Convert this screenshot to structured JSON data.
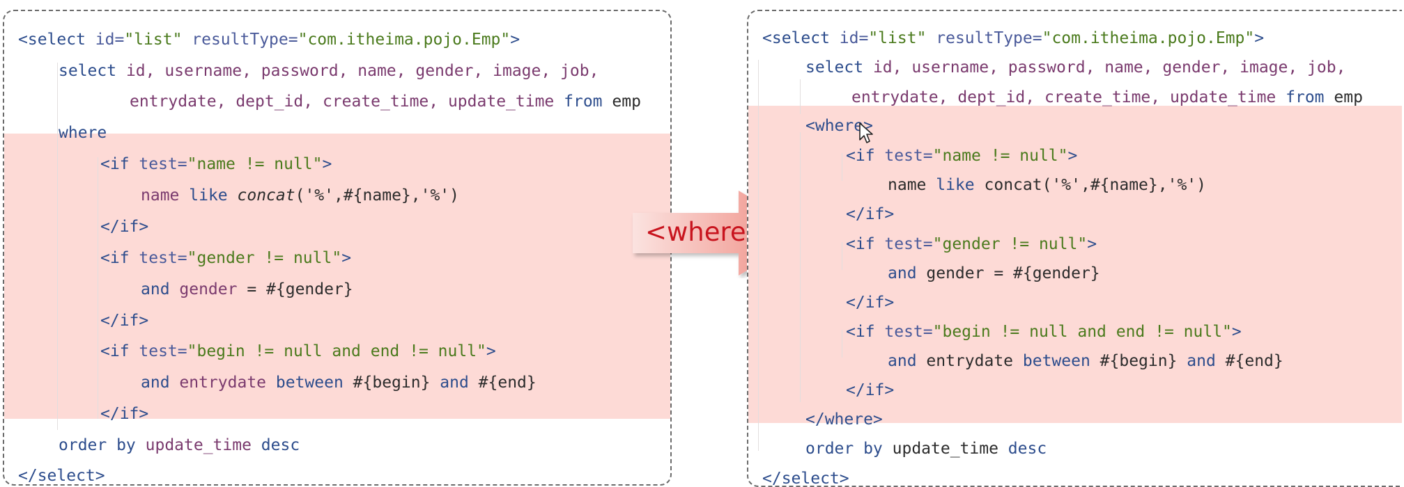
{
  "arrow": {
    "label": "<where>"
  },
  "left": {
    "lines": [
      [
        {
          "t": "<select ",
          "c": "tag"
        },
        {
          "t": "id=",
          "c": "attr"
        },
        {
          "t": "\"list\" ",
          "c": "str"
        },
        {
          "t": "resultType=",
          "c": "attr"
        },
        {
          "t": "\"com.itheima.pojo.Emp\"",
          "c": "str"
        },
        {
          "t": ">",
          "c": "tag"
        }
      ],
      [
        {
          "t": "select ",
          "c": "kw"
        },
        {
          "t": "id, username, password, name, gender, image, job,",
          "c": "col"
        }
      ],
      [
        {
          "t": "entrydate, dept_id, create_time, update_time ",
          "c": "col"
        },
        {
          "t": "from ",
          "c": "kw"
        },
        {
          "t": "emp",
          "c": "plain"
        }
      ],
      [
        {
          "t": "where",
          "c": "kw"
        }
      ],
      [
        {
          "t": "<if ",
          "c": "tag"
        },
        {
          "t": "test=",
          "c": "attr"
        },
        {
          "t": "\"name != null\"",
          "c": "str"
        },
        {
          "t": ">",
          "c": "tag"
        }
      ],
      [
        {
          "t": "name ",
          "c": "col"
        },
        {
          "t": "like ",
          "c": "kw"
        },
        {
          "t": "concat",
          "c": "fn"
        },
        {
          "t": "('%',#{name},'%')",
          "c": "plain"
        }
      ],
      [
        {
          "t": "</if>",
          "c": "tag"
        }
      ],
      [
        {
          "t": "<if ",
          "c": "tag"
        },
        {
          "t": "test=",
          "c": "attr"
        },
        {
          "t": "\"gender != null\"",
          "c": "str"
        },
        {
          "t": ">",
          "c": "tag"
        }
      ],
      [
        {
          "t": "and ",
          "c": "kw"
        },
        {
          "t": "gender ",
          "c": "col"
        },
        {
          "t": "= #{gender}",
          "c": "plain"
        }
      ],
      [
        {
          "t": "</if>",
          "c": "tag"
        }
      ],
      [
        {
          "t": "<if ",
          "c": "tag"
        },
        {
          "t": "test=",
          "c": "attr"
        },
        {
          "t": "\"begin != null and end != null\"",
          "c": "str"
        },
        {
          "t": ">",
          "c": "tag"
        }
      ],
      [
        {
          "t": "and ",
          "c": "kw"
        },
        {
          "t": "entrydate ",
          "c": "col"
        },
        {
          "t": "between ",
          "c": "kw"
        },
        {
          "t": "#{begin} ",
          "c": "plain"
        },
        {
          "t": "and ",
          "c": "kw"
        },
        {
          "t": "#{end}",
          "c": "plain"
        }
      ],
      [
        {
          "t": "</if>",
          "c": "tag"
        }
      ],
      [
        {
          "t": "order by ",
          "c": "kw"
        },
        {
          "t": "update_time ",
          "c": "col"
        },
        {
          "t": "desc",
          "c": "kw"
        }
      ],
      [
        {
          "t": "</select>",
          "c": "tag"
        }
      ]
    ]
  },
  "right": {
    "lines": [
      [
        {
          "t": "<select ",
          "c": "tag"
        },
        {
          "t": "id=",
          "c": "attr"
        },
        {
          "t": "\"list\" ",
          "c": "str"
        },
        {
          "t": "resultType=",
          "c": "attr"
        },
        {
          "t": "\"com.itheima.pojo.Emp\"",
          "c": "str"
        },
        {
          "t": ">",
          "c": "tag"
        }
      ],
      [
        {
          "t": "select ",
          "c": "kw"
        },
        {
          "t": "id, username, password, name, gender, image, job,",
          "c": "col"
        }
      ],
      [
        {
          "t": "entrydate, dept_id, create_time, update_time ",
          "c": "col"
        },
        {
          "t": "from ",
          "c": "kw"
        },
        {
          "t": "emp",
          "c": "plain"
        }
      ],
      [
        {
          "t": "<where>",
          "c": "tag"
        }
      ],
      [
        {
          "t": "<if ",
          "c": "tag"
        },
        {
          "t": "test=",
          "c": "attr"
        },
        {
          "t": "\"name != null\"",
          "c": "str"
        },
        {
          "t": ">",
          "c": "tag"
        }
      ],
      [
        {
          "t": "name ",
          "c": "plain"
        },
        {
          "t": "like ",
          "c": "kw"
        },
        {
          "t": "concat('%',#{name},'%')",
          "c": "plain"
        }
      ],
      [
        {
          "t": "</if>",
          "c": "tag"
        }
      ],
      [
        {
          "t": "<if ",
          "c": "tag"
        },
        {
          "t": "test=",
          "c": "attr"
        },
        {
          "t": "\"gender != null\"",
          "c": "str"
        },
        {
          "t": ">",
          "c": "tag"
        }
      ],
      [
        {
          "t": "and ",
          "c": "kw"
        },
        {
          "t": "gender = #{gender}",
          "c": "plain"
        }
      ],
      [
        {
          "t": "</if>",
          "c": "tag"
        }
      ],
      [
        {
          "t": "<if ",
          "c": "tag"
        },
        {
          "t": "test=",
          "c": "attr"
        },
        {
          "t": "\"begin != null and end != null\"",
          "c": "str"
        },
        {
          "t": ">",
          "c": "tag"
        }
      ],
      [
        {
          "t": "and ",
          "c": "kw"
        },
        {
          "t": "entrydate ",
          "c": "plain"
        },
        {
          "t": "between ",
          "c": "kw"
        },
        {
          "t": "#{begin} ",
          "c": "plain"
        },
        {
          "t": "and ",
          "c": "kw"
        },
        {
          "t": "#{end}",
          "c": "plain"
        }
      ],
      [
        {
          "t": "</if>",
          "c": "tag"
        }
      ],
      [
        {
          "t": "</where>",
          "c": "tag"
        }
      ],
      [
        {
          "t": "order by ",
          "c": "kw"
        },
        {
          "t": "update_time ",
          "c": "plain"
        },
        {
          "t": "desc",
          "c": "kw"
        }
      ],
      [
        {
          "t": "</select>",
          "c": "tag"
        }
      ]
    ]
  }
}
